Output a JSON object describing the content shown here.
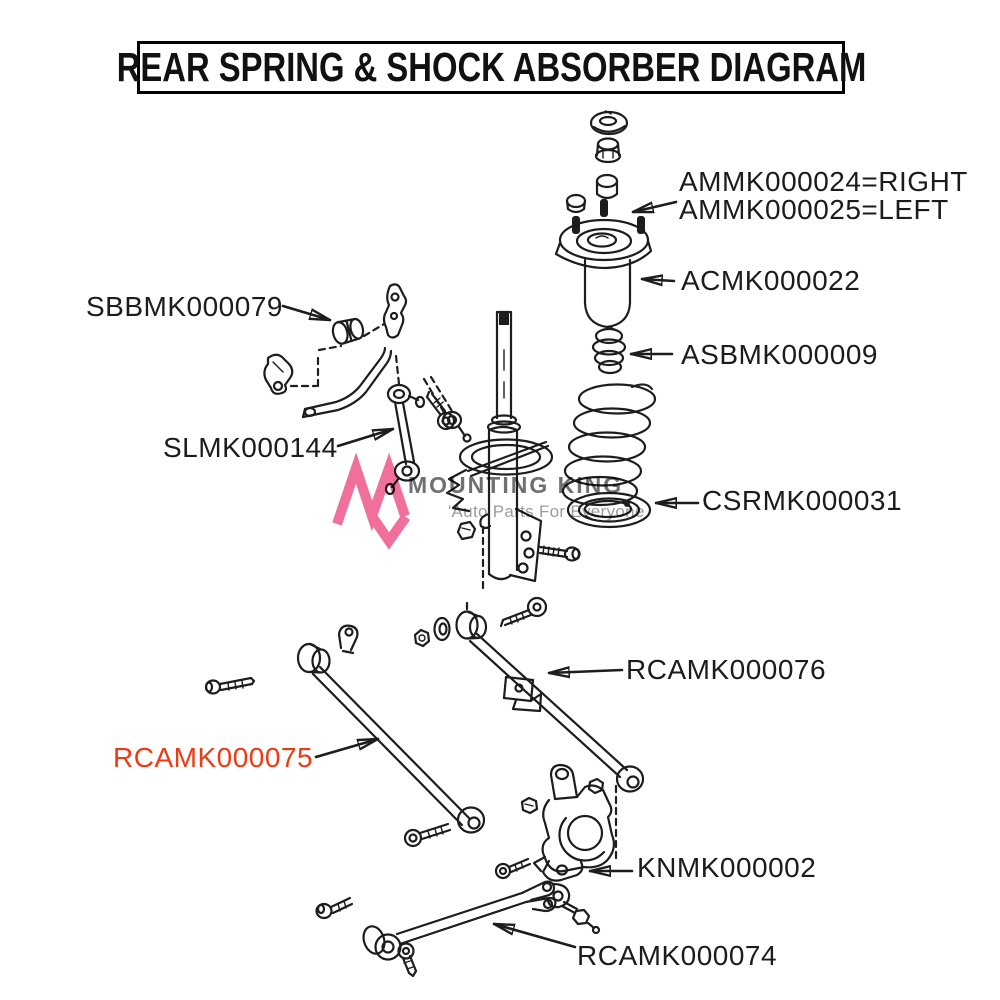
{
  "title": "REAR SPRING & SHOCK ABSORBER DIAGRAM",
  "watermark": {
    "brand": "MOUNTING KING",
    "tagline": "'Auto Parts For Everyone"
  },
  "labels": {
    "ammk_right": "AMMK000024=RIGHT",
    "ammk_left": "AMMK000025=LEFT",
    "acmk": "ACMK000022",
    "asbmk": "ASBMK000009",
    "sbbmk": "SBBMK000079",
    "slmk": "SLMK000144",
    "csrmk": "CSRMK000031",
    "rcamk_upper": "RCAMK000076",
    "rcamk_lower": "RCAMK000075",
    "knmk": "KNMK000002",
    "rcamk_trailing": "RCAMK000074"
  },
  "colors": {
    "highlight-red": "#ee3a12",
    "logo-pink": "#f0709b",
    "logo-gray": "#6f7073",
    "tagline-gray": "#9c9c9c",
    "line-black": "#1d1d1d"
  }
}
